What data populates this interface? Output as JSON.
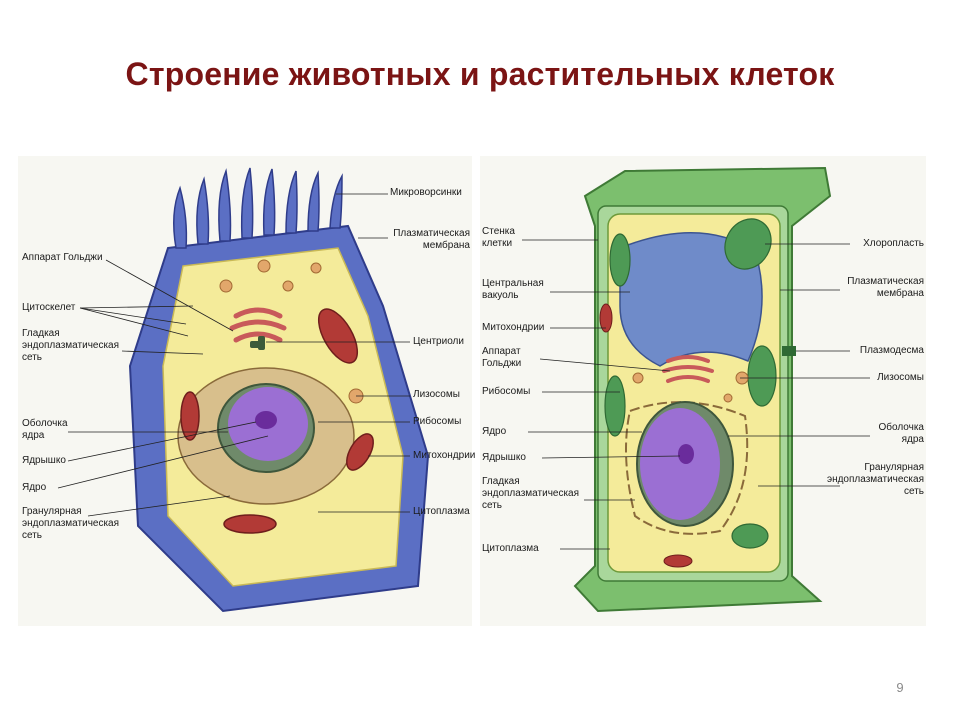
{
  "slide": {
    "title": "Строение животных и растительных клеток",
    "page_number": "9"
  },
  "animal_cell": {
    "labels": {
      "microvilli": "Микроворсинки",
      "plasma_membrane": "Плазматическая\nмембрана",
      "golgi": "Аппарат Гольджи",
      "cytoskeleton": "Цитоскелет",
      "smooth_er": "Гладкая\nэндоплазматическая\nсеть",
      "centrioles": "Центриоли",
      "lysosomes": "Лизосомы",
      "nuclear_envelope": "Оболочка\nядра",
      "ribosomes": "Рибосомы",
      "nucleolus": "Ядрышко",
      "nucleus": "Ядро",
      "mitochondria": "Митохондрии",
      "rough_er": "Гранулярная\nэндоплазматическая\nсеть",
      "cytoplasm": "Цитоплазма"
    }
  },
  "plant_cell": {
    "labels": {
      "cell_wall": "Стенка\nклетки",
      "chloroplast": "Хлоропласть",
      "central_vacuole": "Центральная\nвакуоль",
      "plasma_membrane": "Плазматическая\nмембрана",
      "mitochondria": "Митохондрии",
      "plasmodesma": "Плазмодесма",
      "golgi": "Аппарат\nГольджи",
      "lysosome": "Лизосомы",
      "ribosomes": "Рибосомы",
      "nuclear_envelope": "Оболочка\nядра",
      "nucleus": "Ядро",
      "nucleolus": "Ядрышко",
      "rough_er": "Гранулярная\nэндоплазматическая\nсеть",
      "smooth_er": "Гладкая\nэндоплазматическая\nсеть",
      "cytoplasm": "Цитоплазма"
    }
  },
  "colors": {
    "title": "#7b1414",
    "animal_outer": "#5b6fc4",
    "cytoplasm": "#f4eb9a",
    "nucleus": "#9b6fd3",
    "mitochondria": "#b23a36",
    "cell_wall": "#7cbf6e",
    "vacuole": "#6f8bc9",
    "chloroplast": "#4e9a55"
  }
}
